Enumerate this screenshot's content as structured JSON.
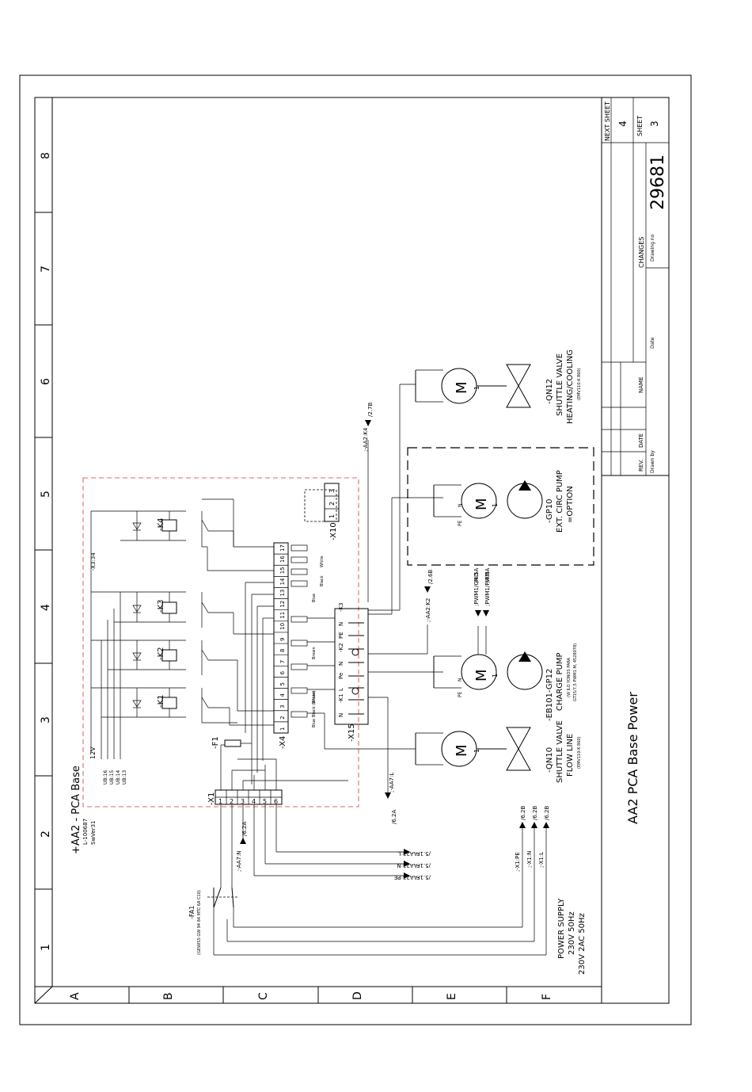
{
  "frame": {
    "rows": [
      "A",
      "B",
      "C",
      "D",
      "E",
      "F"
    ],
    "cols": [
      "1",
      "2",
      "3",
      "4",
      "5",
      "6",
      "7",
      "8"
    ]
  },
  "title_block": {
    "title": "AA2 PCA Base Power",
    "next_sheet_label": "NEXT SHEET",
    "next_sheet": "4",
    "sheet_label": "SHEET",
    "sheet": "3",
    "drawing_no": "29681",
    "drawing_no_label": "Drawing no",
    "changes_label": "CHANGES",
    "date_label": "Date",
    "rev_label": "REV.",
    "date_col_label": "DATE",
    "name_label": "NAME",
    "drawn_by_label": "Drawn by"
  },
  "pca_base": {
    "title": "+AA2 - PCA Base",
    "article": "L-100687",
    "software": "SwVer31",
    "x1_label": "-X1",
    "f1_label": "-F1",
    "x4_label": "-X4",
    "x15_label": "-X15",
    "x10_label": "-X10",
    "x3_label": "-X3:34",
    "v12": "12V",
    "ub": [
      "UB:16",
      "UB:15",
      "UB:14",
      "UB:13"
    ],
    "relays": [
      "-K1",
      "-K2",
      "-K3",
      "-K4"
    ],
    "x1_terms": [
      "1",
      "2",
      "3",
      "4",
      "5",
      "6"
    ],
    "x4_terms": [
      "1",
      "2",
      "3",
      "4",
      "5",
      "6",
      "7",
      "8",
      "9",
      "10",
      "11",
      "12",
      "13",
      "14",
      "15",
      "16",
      "17"
    ],
    "x15_terms": [
      "N",
      "-K1",
      "L",
      "Pe",
      "N",
      "-K2",
      "PE",
      "N",
      "-K3"
    ],
    "x10_terms": [
      "1",
      "2",
      "3"
    ],
    "wire_colors": [
      "Brown",
      "Black (White)",
      "Blue",
      "Brown",
      "Blue",
      "White",
      "Black"
    ]
  },
  "components": {
    "qn10": {
      "name": "-QN10",
      "l1": "SHUTTLE VALVE",
      "l2": "FLOW LINE",
      "code": "(EMV110-K 860)"
    },
    "gp12": {
      "name": "-EB101-GP12",
      "l1": "CHARGE PUMP",
      "code1": "(W ILO YONOS PARA",
      "code2": "GT15/7,5 PWM1 M, 4528078)"
    },
    "gp10": {
      "name": "-GP10",
      "l1": "EXT. CIRC PUMP",
      "l2": "=OPTION"
    },
    "qn12": {
      "name": "-QN12",
      "l1": "SHUTTLE VALVE",
      "l2": "HEATING/COOLING",
      "code": "(EMV110-K 860)"
    },
    "fa1": {
      "name": "-FA1",
      "code": "(GEWISS GW 94 84 MTC 6A C10)"
    },
    "power": {
      "l1": "POWER SUPPLY",
      "l2": "230V 50Hz",
      "l3": "230V 2AC 50Hz"
    }
  },
  "refs": {
    "aa23_l": "-AA23:L",
    "aa23_n": "-AA23:N",
    "aa23_pe": "-AA23:PE",
    "ref_51f": "/5.1F",
    "x1_pe": ";-X1:PE",
    "x1_n": ";-X1:N",
    "x1_l": ";-X1:L",
    "ref_62b": "/6.2B",
    "aa7_l": ";-AA7:L",
    "ref_62a": "/6.2A",
    "aa7_n": ";-AA7:N",
    "aa2_k2": ";-AA2:K2",
    "ref_26b": "/2.6B",
    "aa2_k4": ";-AA2:K4",
    "ref_27b": "/2.7B",
    "pwm_gnd": ";PWM1/GND",
    "pwm": ";PWM1/PWM",
    "ref_45a": "/4.5A",
    "m": "M",
    "one": "1",
    "pe": "PE",
    "n": "N",
    "plus": "+",
    "minus": "-"
  }
}
